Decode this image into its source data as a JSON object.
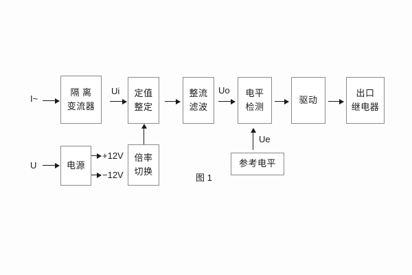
{
  "figure": {
    "caption": "图 1",
    "background": "#fdfdfd",
    "line_color": "#1a1a1a",
    "box_border_color": "#8a8a8a"
  },
  "blocks": [
    {
      "id": "isolation-ct",
      "lines": [
        "隔 离",
        "变流器"
      ]
    },
    {
      "id": "setting",
      "lines": [
        "定值",
        "整定"
      ]
    },
    {
      "id": "rectify-filter",
      "lines": [
        "整流",
        "滤波"
      ]
    },
    {
      "id": "level-detect",
      "lines": [
        "电平",
        "检测"
      ]
    },
    {
      "id": "drive",
      "lines": [
        "驱动"
      ]
    },
    {
      "id": "output-relay",
      "lines": [
        "出口",
        "继电器"
      ]
    },
    {
      "id": "power-supply",
      "lines": [
        "电源"
      ]
    },
    {
      "id": "ratio-switch",
      "lines": [
        "倍率",
        "切换"
      ]
    },
    {
      "id": "reference-level",
      "lines": [
        "参考电平"
      ]
    }
  ],
  "signals": {
    "current_input": "I~",
    "voltage_input": "U",
    "ui": "Ui",
    "uo": "Uo",
    "ue": "Ue",
    "plus_12v": "+12V",
    "minus_12v": "−12V"
  }
}
